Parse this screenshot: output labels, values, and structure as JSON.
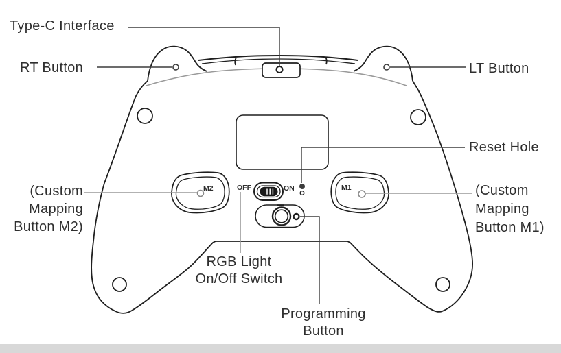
{
  "diagram_title": "controller-back-view-parts-diagram",
  "labels": {
    "type_c": "Type-C Interface",
    "rt": "RT Button",
    "lt": "LT Button",
    "reset": "Reset Hole",
    "m2_lines": [
      "(Custom",
      "Mapping",
      "Button M2)"
    ],
    "m1_lines": [
      "(Custom",
      "Mapping",
      "Button M1)"
    ],
    "rgb_lines": [
      "RGB Light",
      "On/Off Switch"
    ],
    "programming_lines": [
      "Programming",
      "Button"
    ],
    "switch_off": "OFF",
    "switch_on": "ON",
    "paddle_m2": "M2",
    "paddle_m1": "M1"
  },
  "colors": {
    "outline": "#1f1f1f",
    "seam": "#9a9a9a",
    "leader_dark": "#3c3c3c",
    "leader_gray": "#999999",
    "text": "#2f2f2f",
    "knob": "#1a1a1a",
    "footer_strip": "#d8d8d8"
  }
}
